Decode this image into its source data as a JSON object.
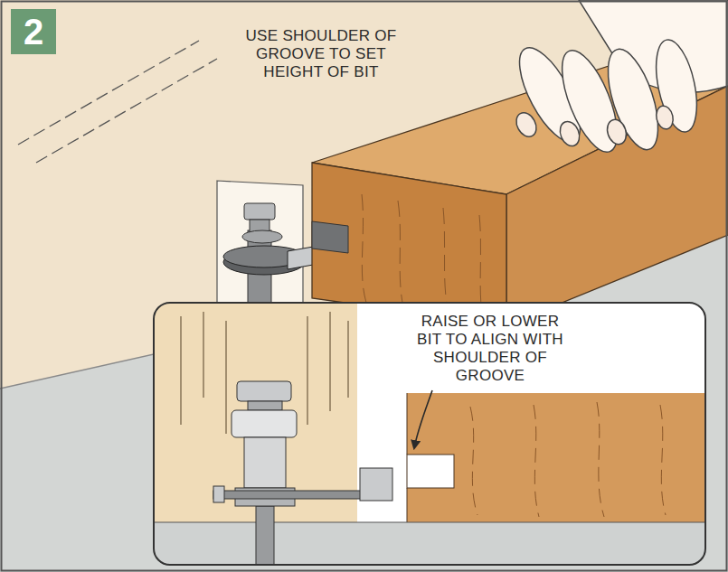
{
  "diagram": {
    "nodes": [
      {
        "text": [
          "2"
        ]
      }
    ],
    "labels": [
      "USE SHOULDER OF GROOVE TO SET HEIGHT OF BIT",
      "RAISE OR LOWER BIT TO ALIGN WITH SHOULDER OF GROOVE"
    ]
  }
}
